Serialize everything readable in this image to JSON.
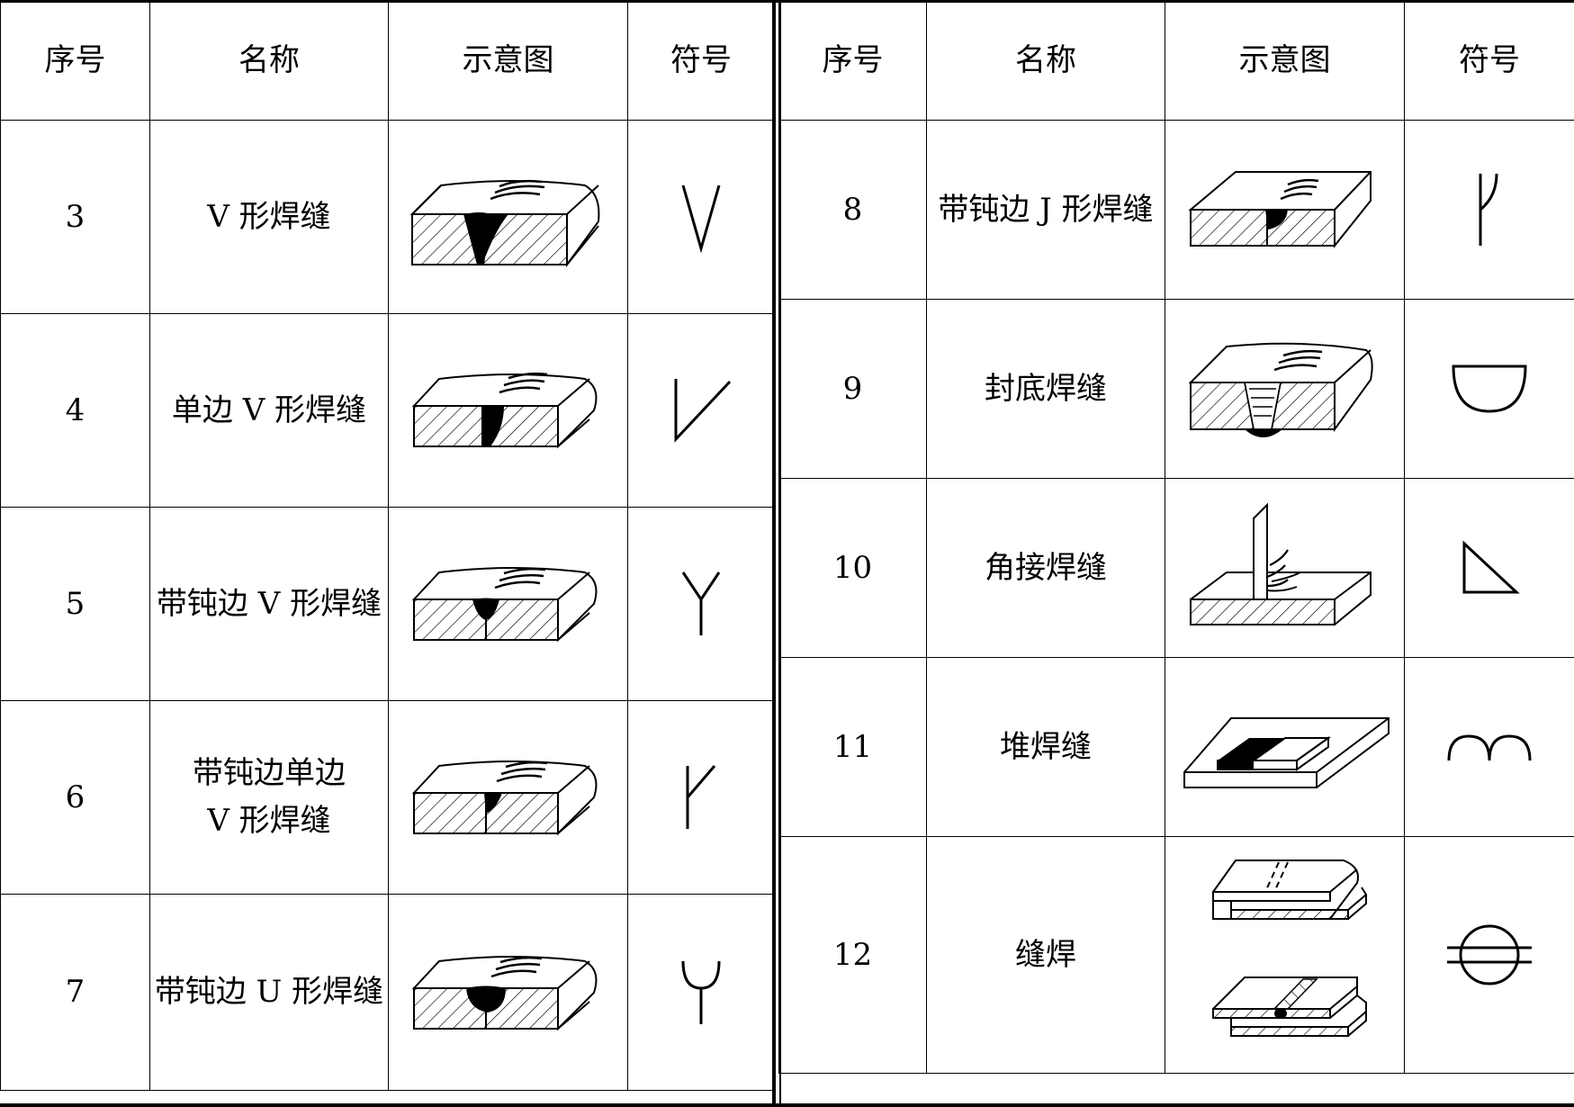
{
  "header": {
    "col_no": "序号",
    "col_name": "名称",
    "col_diagram": "示意图",
    "col_symbol": "符号"
  },
  "left_rows": [
    {
      "no": "3",
      "name": "V 形焊缝",
      "diagram": "v-weld-diagram",
      "symbol": "v-symbol-icon"
    },
    {
      "no": "4",
      "name": "单边 V 形焊缝",
      "diagram": "single-bevel-v-weld-diagram",
      "symbol": "single-bevel-v-symbol-icon"
    },
    {
      "no": "5",
      "name": "带钝边 V 形焊缝",
      "diagram": "v-weld-with-root-face-diagram",
      "symbol": "y-symbol-icon"
    },
    {
      "no": "6",
      "name_line1": "带钝边单边",
      "name_line2": "V 形焊缝",
      "diagram": "single-bevel-v-with-root-face-diagram",
      "symbol": "single-bevel-y-symbol-icon"
    },
    {
      "no": "7",
      "name": "带钝边 U 形焊缝",
      "diagram": "u-weld-with-root-face-diagram",
      "symbol": "u-symbol-icon"
    }
  ],
  "right_rows": [
    {
      "no": "8",
      "name": "带钝边 J 形焊缝",
      "diagram": "j-weld-with-root-face-diagram",
      "symbol": "j-symbol-icon"
    },
    {
      "no": "9",
      "name": "封底焊缝",
      "diagram": "backing-weld-diagram",
      "symbol": "backing-symbol-icon"
    },
    {
      "no": "10",
      "name": "角接焊缝",
      "diagram": "fillet-weld-diagram",
      "symbol": "fillet-symbol-icon"
    },
    {
      "no": "11",
      "name": "堆焊缝",
      "diagram": "surfacing-weld-diagram",
      "symbol": "surfacing-symbol-icon"
    },
    {
      "no": "12",
      "name": "缝焊",
      "diagram": "seam-weld-diagram",
      "symbol": "seam-symbol-icon"
    }
  ]
}
